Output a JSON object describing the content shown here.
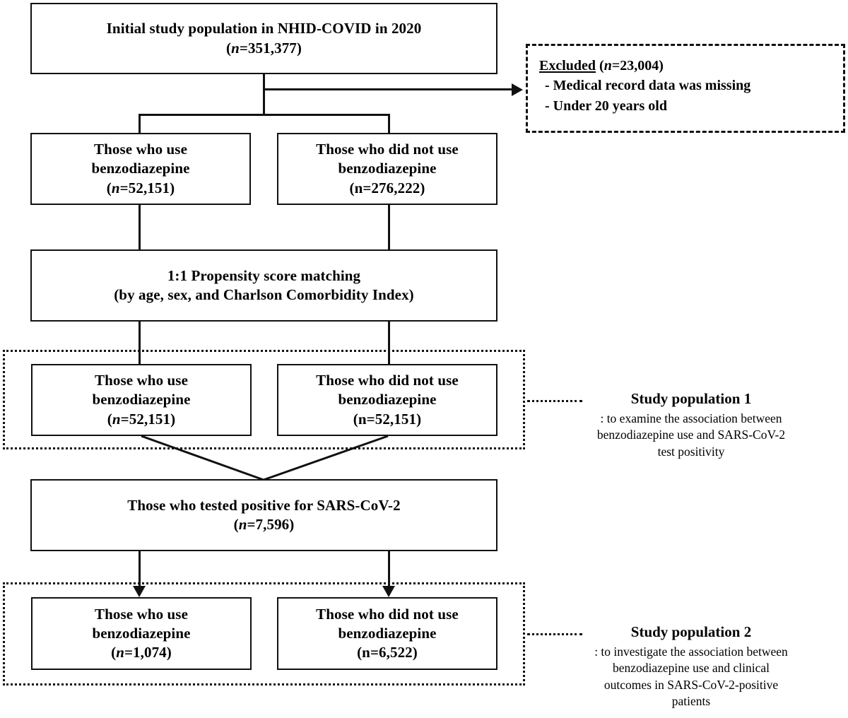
{
  "diagram": {
    "title": "Study population flow diagram",
    "nodes": {
      "initial": {
        "line1": "Initial study population in NHID-COVID in 2020",
        "line2_prefix": "(",
        "line2_n": "n",
        "line2_suffix": "=351,377)"
      },
      "excluded": {
        "heading": "Excluded",
        "heading_n": "n",
        "heading_count": "=23,004)",
        "heading_open": "(",
        "item1": "- Medical record data was missing",
        "item2": "- Under 20 years old"
      },
      "use_pre": {
        "line1": "Those who use",
        "line2": "benzodiazepine",
        "line3_open": "(",
        "line3_n": "n",
        "line3_rest": "=52,151)"
      },
      "nonuse_pre": {
        "line1": "Those who did not use",
        "line2": "benzodiazepine",
        "line3": "(n=276,222)"
      },
      "matching": {
        "line1": "1:1 Propensity score matching",
        "line2": "(by age, sex, and Charlson Comorbidity Index)"
      },
      "use_matched": {
        "line1": "Those who use",
        "line2": "benzodiazepine",
        "line3_open": "(",
        "line3_n": "n",
        "line3_rest": "=52,151)"
      },
      "nonuse_matched": {
        "line1": "Those who did not use",
        "line2": "benzodiazepine",
        "line3": "(n=52,151)"
      },
      "positive": {
        "line1": "Those who tested positive for SARS-CoV-2",
        "line2_open": "(",
        "line2_n": "n",
        "line2_rest": "=7,596)"
      },
      "use_pos": {
        "line1": "Those who use",
        "line2": "benzodiazepine",
        "line3_open": "(",
        "line3_n": "n",
        "line3_rest": "=1,074)"
      },
      "nonuse_pos": {
        "line1": "Those who did not use",
        "line2": "benzodiazepine",
        "line3": "(n=6,522)"
      }
    },
    "annotations": {
      "study_pop_1": {
        "title": "Study population 1",
        "desc_line1": ": to examine  the association between",
        "desc_line2": "benzodiazepine use and SARS-CoV-2",
        "desc_line3": "test positivity"
      },
      "study_pop_2": {
        "title": "Study population 2",
        "desc_line1": ": to investigate the association between",
        "desc_line2": "benzodiazepine use and clinical",
        "desc_line3": "outcomes in SARS-CoV-2-positive",
        "desc_line4": "patients"
      }
    },
    "colors": {
      "stroke": "#111111",
      "background": "#ffffff",
      "text": "#000000"
    }
  }
}
